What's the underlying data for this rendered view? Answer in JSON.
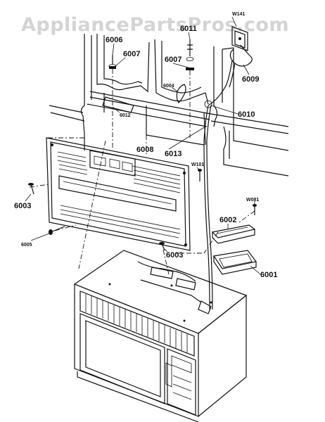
{
  "watermark": "AppliancePartsPros.com",
  "callouts": {
    "p6006": "6006",
    "p6011": "6011",
    "w141": "W141",
    "p6007a": "6007",
    "p6007b": "6007",
    "p6009": "6009",
    "p6004": "6004",
    "p6012": "6012",
    "p6010": "6010",
    "p6008": "6008",
    "p6013": "6013",
    "w101": "W101",
    "p6003a": "6003",
    "w081": "W081",
    "p6002": "6002",
    "p6005": "6005",
    "p6003b": "6003",
    "p6001": "6001"
  }
}
